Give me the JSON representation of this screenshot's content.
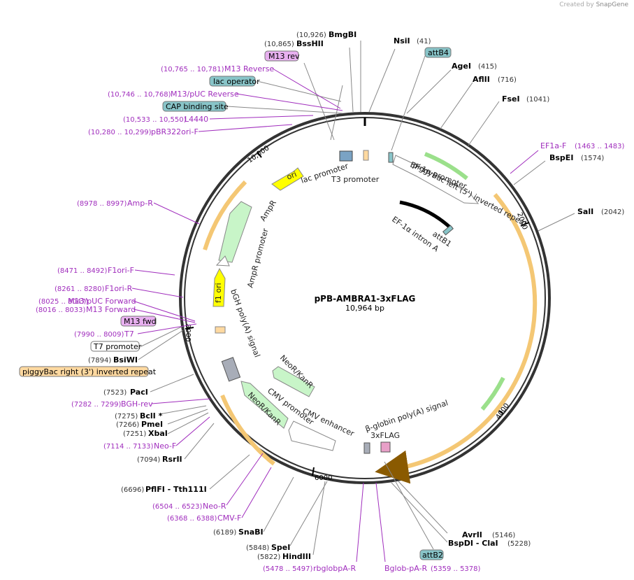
{
  "credit": {
    "prefix": "Created by",
    "brand": "SnapGene"
  },
  "title": "pPB-AMBRA1-3xFLAG",
  "size_label": "10,964 bp",
  "ticks": [
    "10,000",
    "2000",
    "4000",
    "6000",
    "8000"
  ],
  "enzymes": [
    {
      "pos": "(10,926)",
      "name": "BmgBI"
    },
    {
      "pos": "(10,865)",
      "name": "BssHII"
    },
    {
      "pos": "(41)",
      "name": "NsiI"
    },
    {
      "pos": "(415)",
      "name": "AgeI"
    },
    {
      "pos": "(716)",
      "name": "AflII"
    },
    {
      "pos": "(1041)",
      "name": "FseI"
    },
    {
      "pos": "(1574)",
      "name": "BspEI"
    },
    {
      "pos": "(2042)",
      "name": "SalI"
    },
    {
      "pos": "(5146)",
      "name": "AvrII"
    },
    {
      "pos": "(5228)",
      "name": "BspDI - ClaI"
    },
    {
      "pos": "(5848)",
      "name": "SpeI"
    },
    {
      "pos": "(5822)",
      "name": "HindIII"
    },
    {
      "pos": "(6189)",
      "name": "SnaBI"
    },
    {
      "pos": "(6696)",
      "name": "PflFI - Tth111I"
    },
    {
      "pos": "(7094)",
      "name": "RsrII"
    },
    {
      "pos": "(7251)",
      "name": "XbaI"
    },
    {
      "pos": "(7266)",
      "name": "PmeI"
    },
    {
      "pos": "(7275)",
      "name": "BclI *"
    },
    {
      "pos": "(7523)",
      "name": "PacI"
    },
    {
      "pos": "(7894)",
      "name": "BsiWI"
    }
  ],
  "primers": [
    {
      "pos": "(10,765 .. 10,781)",
      "name": "M13 Reverse"
    },
    {
      "pos": "(10,746 .. 10,768)",
      "name": "M13/pUC Reverse"
    },
    {
      "pos": "(10,533 .. 10,550)",
      "name": "L4440"
    },
    {
      "pos": "(10,280 .. 10,299)",
      "name": "pBR322ori-F"
    },
    {
      "pos": "(1463 .. 1483)",
      "name": "EF1a-F"
    },
    {
      "pos": "(8978 .. 8997)",
      "name": "Amp-R"
    },
    {
      "pos": "(8471 .. 8492)",
      "name": "F1ori-F"
    },
    {
      "pos": "(8261 .. 8280)",
      "name": "F1ori-R"
    },
    {
      "pos": "(8025 .. 8047)",
      "name": "M13/pUC Forward"
    },
    {
      "pos": "(8016 .. 8033)",
      "name": "M13 Forward"
    },
    {
      "pos": "(7990 .. 8009)",
      "name": "T7"
    },
    {
      "pos": "(7282 .. 7299)",
      "name": "BGH-rev"
    },
    {
      "pos": "(7114 .. 7133)",
      "name": "Neo-F"
    },
    {
      "pos": "(6504 .. 6523)",
      "name": "Neo-R"
    },
    {
      "pos": "(6368 .. 6388)",
      "name": "CMV-F"
    },
    {
      "pos": "(5478 .. 5497)",
      "name": "rbglobpA-R"
    },
    {
      "pos": "(5359 .. 5378)",
      "name": "Bglob-pA-R"
    }
  ],
  "boxes": [
    {
      "label": "M13 rev"
    },
    {
      "label": "lac operator"
    },
    {
      "label": "CAP binding site"
    },
    {
      "label": "attB4"
    },
    {
      "label": "M13 fwd"
    },
    {
      "label": "T7 promoter"
    },
    {
      "label": "piggyBac right (3') inverted repeat"
    },
    {
      "label": "attB2"
    }
  ],
  "features": [
    "lac promoter",
    "T3 promoter",
    "piggyBac left (5') inverted repeat",
    "EF-1α promoter",
    "EF-1α intron A",
    "attB1",
    "ori",
    "AmpR",
    "AmpR promoter",
    "f1 ori",
    "bGH poly(A) signal",
    "NeoR/KanR",
    "NeoR/KanR",
    "CMV promoter",
    "CMV enhancer",
    "β-globin poly(A) signal",
    "3xFLAG"
  ],
  "colors": {
    "primer": "#a02dbd",
    "orf": "#ffd9a0",
    "green": "#c8f5c8",
    "yellow": "#ffff00",
    "teal": "#88c4c8"
  }
}
